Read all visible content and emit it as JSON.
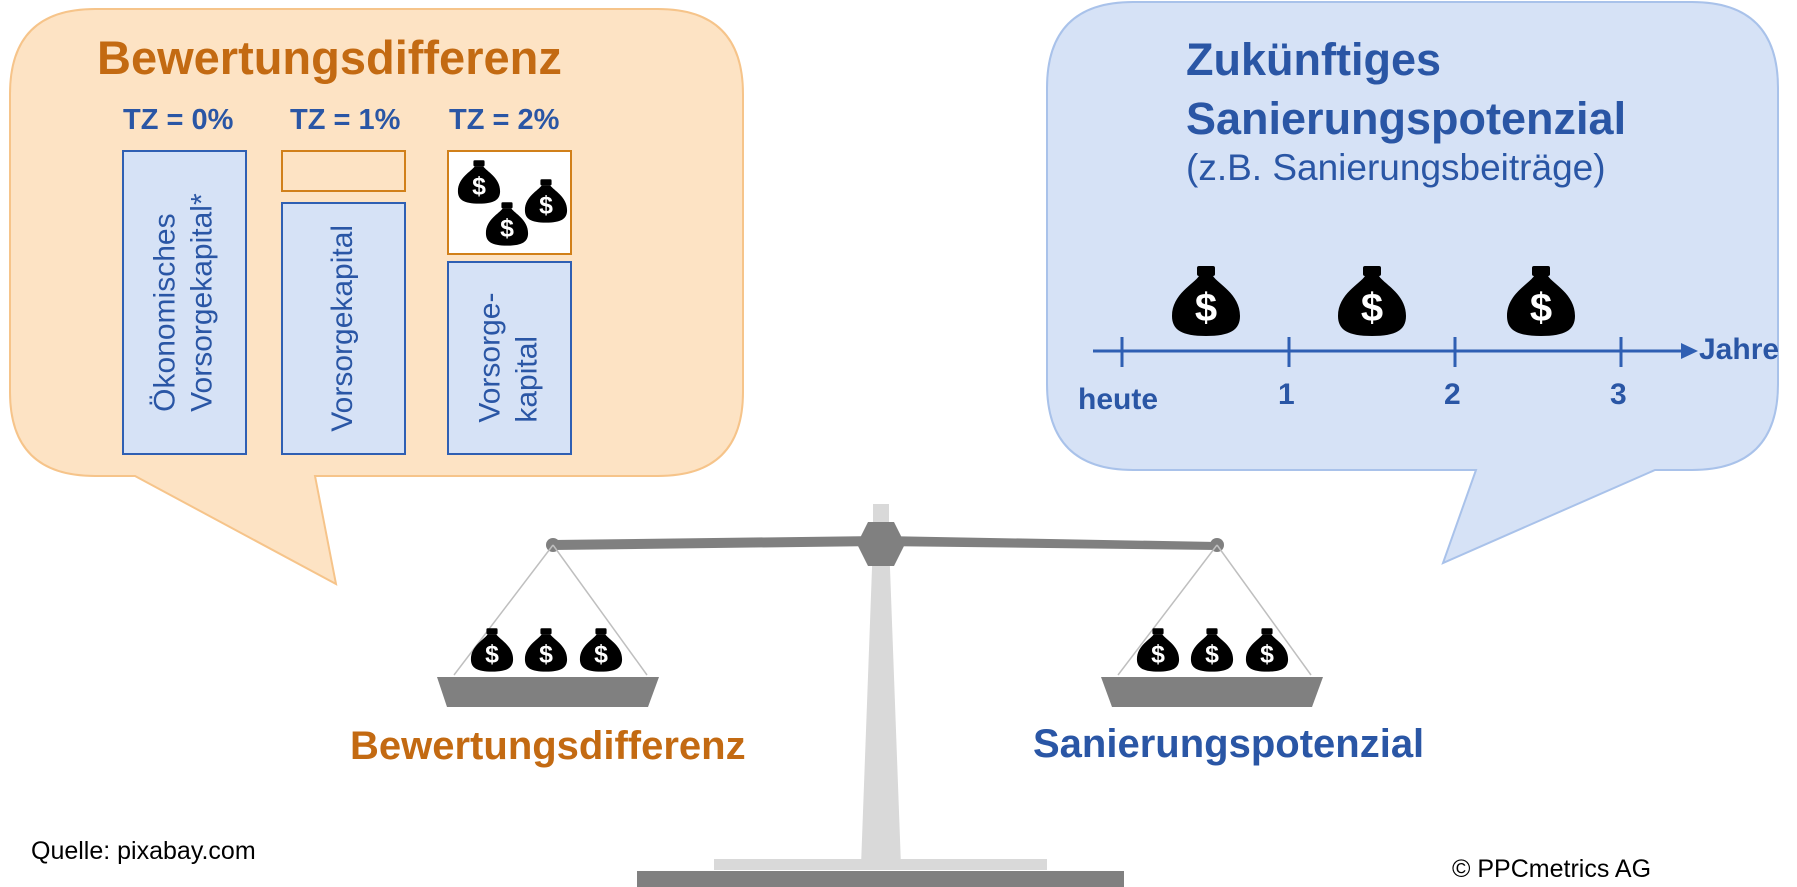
{
  "left_panel": {
    "title": "Bewertungsdifferenz",
    "columns": [
      {
        "tz_label": "TZ = 0%",
        "label_line1": "Ökonomisches",
        "label_line2": "Vorsorgekapital*"
      },
      {
        "tz_label": "TZ = 1%",
        "label_line1": "Vorsorgekapital",
        "label_line2": ""
      },
      {
        "tz_label": "TZ = 2%",
        "label_line1": "Vorsorge-",
        "label_line2": "kapital"
      }
    ]
  },
  "right_panel": {
    "title_line1": "Zukünftiges",
    "title_line2": "Sanierungspotenzial",
    "subtitle": "(z.B. Sanierungsbeiträge)",
    "timeline": {
      "ticks": [
        "heute",
        "1",
        "2",
        "3"
      ],
      "axis_label": "Jahre"
    }
  },
  "scale": {
    "left_pan_label": "Bewertungsdifferenz",
    "right_pan_label": "Sanierungspotenzial",
    "left_pan_bags": 3,
    "right_pan_bags": 3
  },
  "footer": {
    "source": "Quelle: pixabay.com",
    "copyright": "© PPCmetrics AG"
  },
  "colors": {
    "orange_text": "#C36A12",
    "blue_text": "#2A56A5",
    "orange_bubble": "#FDE3C4",
    "blue_bubble": "#D6E2F6",
    "box_fill": "#D6E2F6",
    "scale_gray": "#808080",
    "stand_gray": "#D9D9D9"
  },
  "icons": [
    "money-bag-icon"
  ]
}
